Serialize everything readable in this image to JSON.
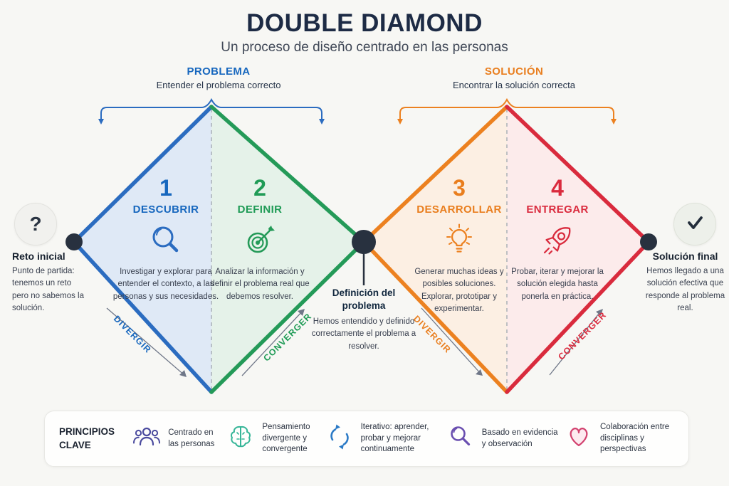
{
  "header": {
    "title": "DOUBLE DIAMOND",
    "subtitle": "Un proceso de diseño centrado en las personas"
  },
  "phases": {
    "problema": {
      "label": "PROBLEMA",
      "caption": "Entender el problema correcto",
      "color": "#1767be"
    },
    "solucion": {
      "label": "SOLUCIÓN",
      "caption": "Encontrar la solución correcta",
      "color": "#e97e1e"
    }
  },
  "stages": [
    {
      "number": "1",
      "title": "DESCUBRIR",
      "icon": "magnifier-icon",
      "color": "#1767be",
      "description": "Investigar y explorar para entender el contexto, a las personas y sus necesidades."
    },
    {
      "number": "2",
      "title": "DEFINIR",
      "icon": "target-icon",
      "color": "#1f9b56",
      "description": "Analizar la información y definir el problema real que debemos resolver."
    },
    {
      "number": "3",
      "title": "DESARROLLAR",
      "icon": "lightbulb-icon",
      "color": "#e97e1e",
      "description": "Generar muchas ideas y posibles soluciones. Explorar, prototipar y experimentar."
    },
    {
      "number": "4",
      "title": "ENTREGAR",
      "icon": "rocket-icon",
      "color": "#da2b3e",
      "description": "Probar, iterar y mejorar la solución elegida hasta ponerla en práctica."
    }
  ],
  "endpoints": {
    "start": {
      "symbol": "?",
      "title": "Reto inicial",
      "description": "Punto de partida: tenemos un reto pero no sabemos la solución."
    },
    "middle": {
      "title": "Definición del problema",
      "description": "Hemos entendido y definido correctamente el problema a resolver."
    },
    "end": {
      "icon": "check-icon",
      "title": "Solución final",
      "description": "Hemos llegado a una solución efectiva que responde al problema real."
    }
  },
  "flow_labels": [
    {
      "text": "DIVERGIR",
      "color": "#1767be"
    },
    {
      "text": "CONVERGER",
      "color": "#1f9b56"
    },
    {
      "text": "DIVERGIR",
      "color": "#e97e1e"
    },
    {
      "text": "CONVERGER",
      "color": "#da2b3e"
    }
  ],
  "principles": {
    "title": "PRINCIPIOS CLAVE",
    "items": [
      {
        "icon": "people-icon",
        "color": "#4a4a9e",
        "label": "Centrado en las personas"
      },
      {
        "icon": "brain-icon",
        "color": "#35b597",
        "label": "Pensamiento divergente y convergente"
      },
      {
        "icon": "cycle-icon",
        "color": "#2b7ac6",
        "label": "Iterativo: aprender, probar y mejorar continuamente"
      },
      {
        "icon": "magnifier-icon",
        "color": "#6a4fb0",
        "label": "Basado en evidencia y observación"
      },
      {
        "icon": "heart-icon",
        "color": "#d2406e",
        "label": "Colaboración entre disciplinas y perspectivas"
      }
    ]
  }
}
